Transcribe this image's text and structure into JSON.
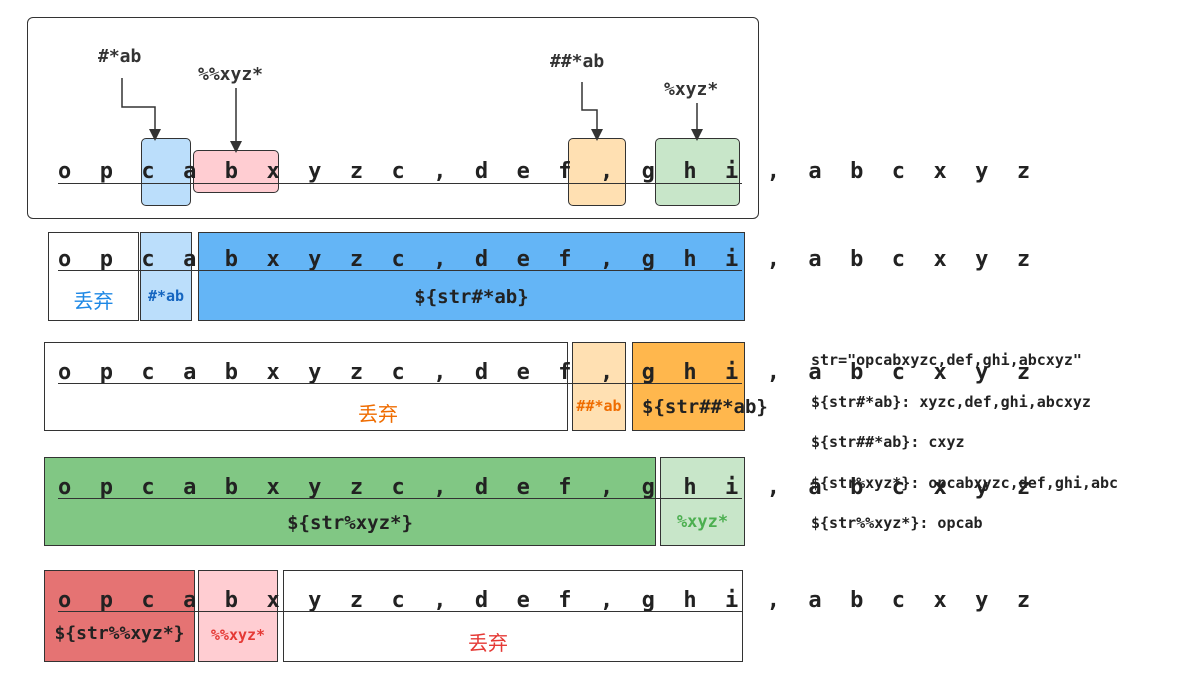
{
  "source_text": "o p c a b x y z c , d e f , g h i , a b c x y z",
  "top": {
    "label_hash_ab": "#*ab",
    "label_pct2_xyz": "%%xyz*",
    "label_hash2_ab": "##*ab",
    "label_pct_xyz": "%xyz*"
  },
  "row1": {
    "discard": "丢弃",
    "pattern": "#*ab",
    "result": "${str#*ab}"
  },
  "row2": {
    "discard": "丢弃",
    "pattern": "##*ab",
    "result": "${str##*ab}"
  },
  "row3": {
    "result": "${str%xyz*}",
    "pattern": "%xyz*"
  },
  "row4": {
    "result": "${str%%xyz*}",
    "pattern": "%%xyz*",
    "discard": "丢弃"
  },
  "explanations": [
    "str=\"opcabxyzc,def,ghi,abcxyz\"",
    "${str#*ab}: xyzc,def,ghi,abcxyz",
    "${str##*ab}: cxyz",
    "${str%xyz*}: opcabxyzc,def,ghi,abc",
    "${str%%xyz*}: opcab"
  ],
  "colors": {
    "blue": "#64b5f6",
    "blue_light": "#bbdefb",
    "blue_text": "#1565c0",
    "orange": "#ffb74d",
    "orange_light": "#ffe0b2",
    "orange_text": "#ef6c00",
    "green": "#81c784",
    "green_light": "#c8e6c9",
    "green_text": "#4caf50",
    "red": "#e57373",
    "red_light": "#ffcdd2",
    "red_text": "#e53935"
  }
}
